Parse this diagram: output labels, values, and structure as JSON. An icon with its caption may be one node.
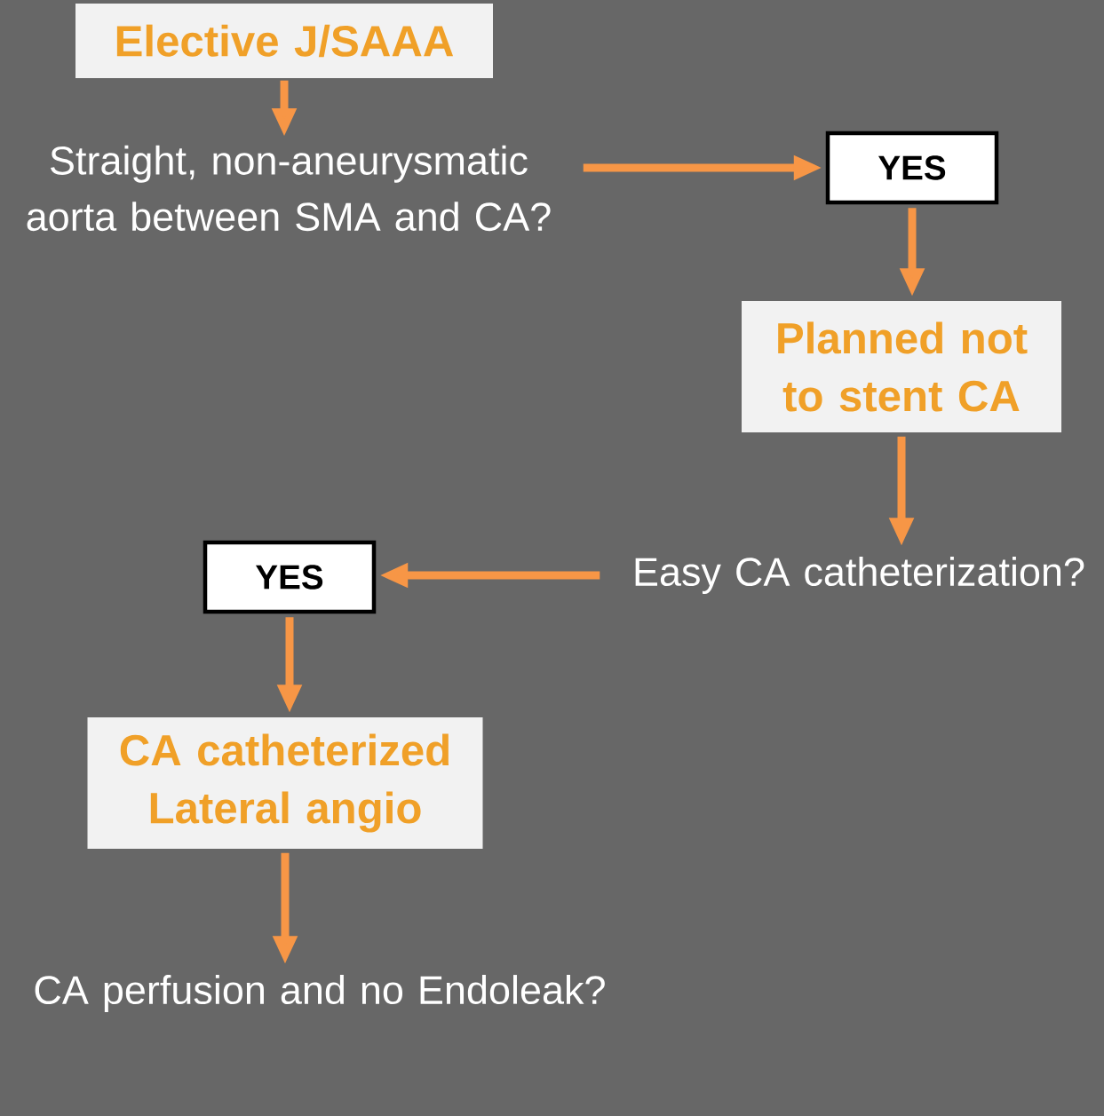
{
  "diagram": {
    "nodes": [
      {
        "text": [
          "Elective J/SAAA"
        ]
      },
      {
        "text": [
          "Straight, non-aneurysmatic aorta between SMA and CA?"
        ]
      },
      {
        "text": [
          "YES"
        ]
      },
      {
        "text": [
          "Planned not to stent CA"
        ]
      },
      {
        "text": [
          "Easy CA catheterization?"
        ]
      },
      {
        "text": [
          "YES"
        ]
      },
      {
        "text": [
          "CA catheterized",
          "Lateral angio"
        ]
      },
      {
        "text": [
          "CA perfusion and no Endoleak?"
        ]
      }
    ],
    "edges": [
      {
        "from": 0,
        "to": 1,
        "arrow": "to"
      },
      {
        "from": 1,
        "to": 2,
        "arrow": "to"
      },
      {
        "from": 2,
        "to": 3,
        "arrow": "to"
      },
      {
        "from": 3,
        "to": 4,
        "arrow": "to"
      },
      {
        "from": 4,
        "to": 5,
        "arrow": "to"
      },
      {
        "from": 5,
        "to": 6,
        "arrow": "to"
      },
      {
        "from": 6,
        "to": 7,
        "arrow": "to"
      }
    ]
  }
}
